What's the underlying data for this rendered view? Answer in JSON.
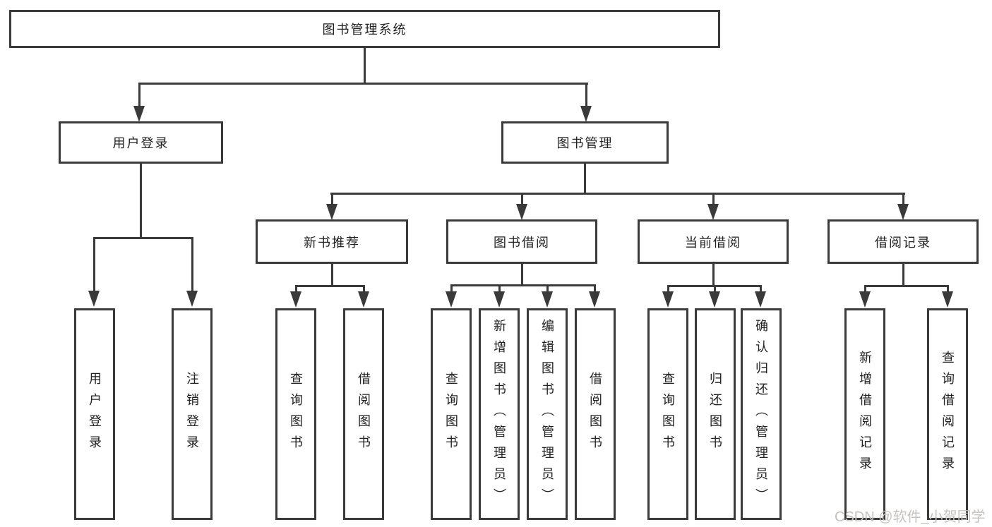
{
  "root": {
    "label": "图书管理系统"
  },
  "level1": {
    "login": "用户登录",
    "mgmt": "图书管理"
  },
  "level2": {
    "recommend": "新书推荐",
    "borrow": "图书借阅",
    "current": "当前借阅",
    "records": "借阅记录"
  },
  "leaves": {
    "login": [
      "用户登录",
      "注销登录"
    ],
    "recommend": [
      "查询图书",
      "借阅图书"
    ],
    "borrow": [
      "查询图书",
      "新增图书（管理员）",
      "编辑图书（管理员）",
      "借阅图书"
    ],
    "current": [
      "查询图书",
      "归还图书",
      "确认归还（管理员）"
    ],
    "records": [
      "新增借阅记录",
      "查询借阅记录"
    ]
  },
  "watermark": "CSDN @软件_小贺同学",
  "colors": {
    "line": "#3a3a3a",
    "text": "#222222",
    "watermark": "#c6c2c0",
    "background": "#ffffff"
  }
}
